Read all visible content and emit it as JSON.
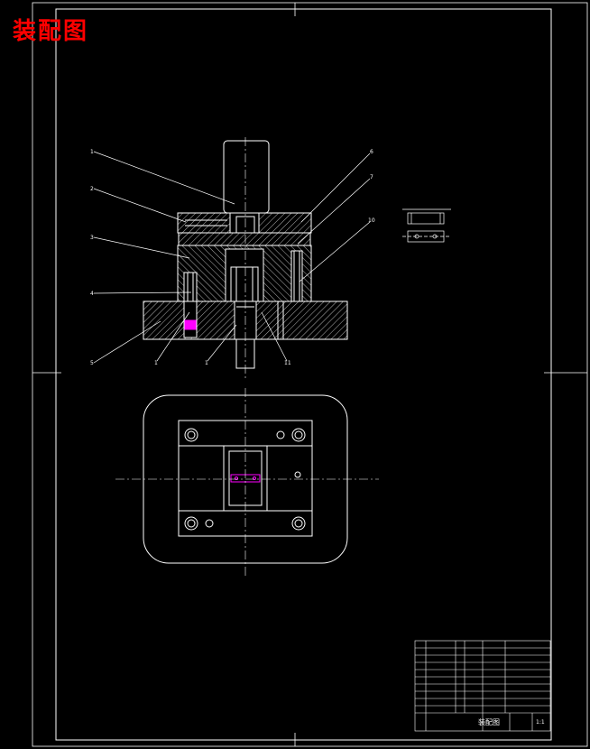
{
  "drawing_title": "装配图",
  "colors": {
    "background": "#000000",
    "line": "#ffffff",
    "title": "#ff0000",
    "highlight": "#ff00ff"
  },
  "leaders_left": [
    "1",
    "2",
    "3",
    "4",
    "5"
  ],
  "leaders_right": [
    "6",
    "7",
    "10"
  ],
  "leaders_bottom": [
    "1",
    "1",
    "11"
  ],
  "title_block": {
    "drawing_name": "装配图",
    "scale": "1:1"
  }
}
